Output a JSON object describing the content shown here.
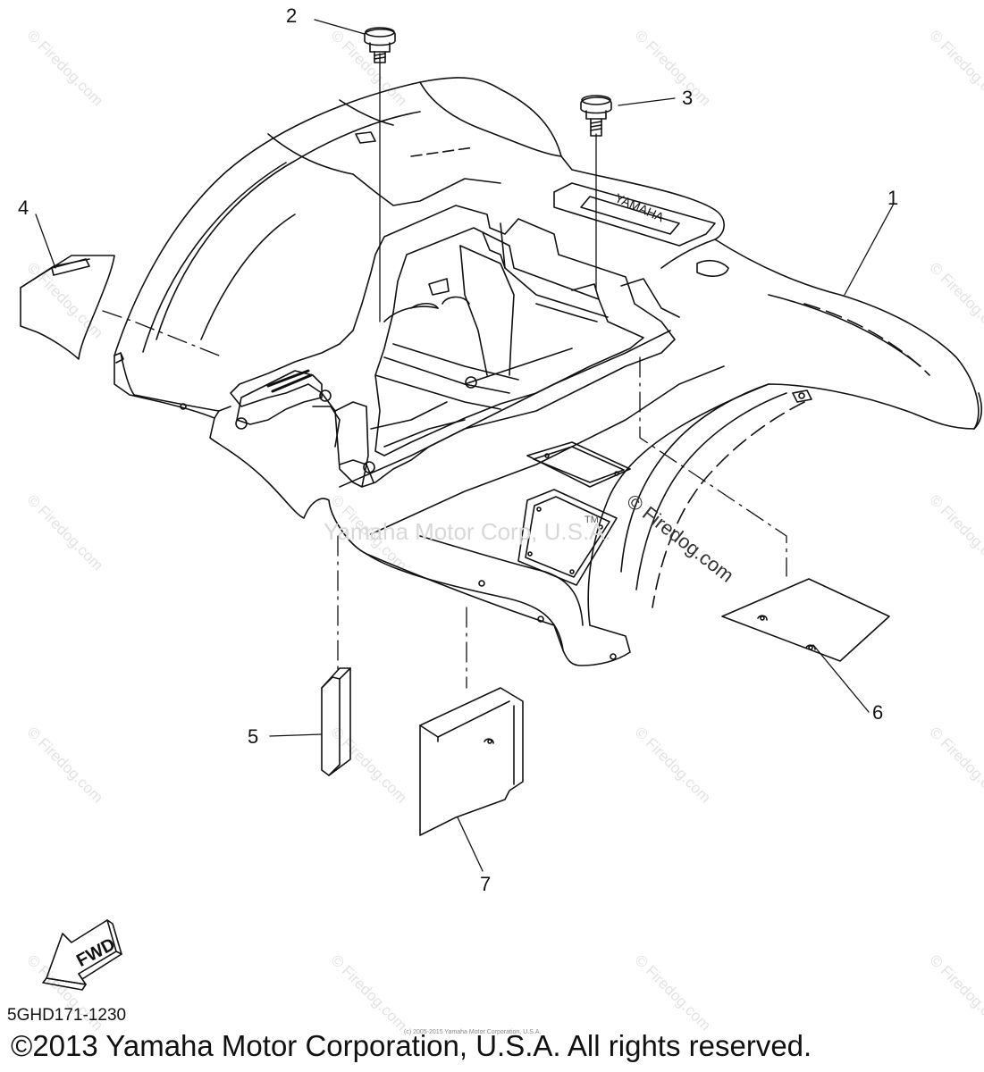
{
  "watermark_text": "© Firedog.com",
  "center_watermark": "Yamaha Motor Corp, U.S.A.",
  "center_watermark_2": "© Firedog.com",
  "trademark": "TM",
  "fwd_label": "FWD",
  "diagram_code": "5GHD171-1230",
  "small_copyright": "(c) 2005-2015 Yamaha Motor Corporation, U.S.A.",
  "footer": "©2013 Yamaha Motor Corporation, U.S.A. All rights reserved.",
  "callouts": {
    "c1": "1",
    "c2": "2",
    "c3": "3",
    "c4": "4",
    "c5": "5",
    "c6": "6",
    "c7": "7"
  },
  "embossed_logo": "YAMAHA"
}
